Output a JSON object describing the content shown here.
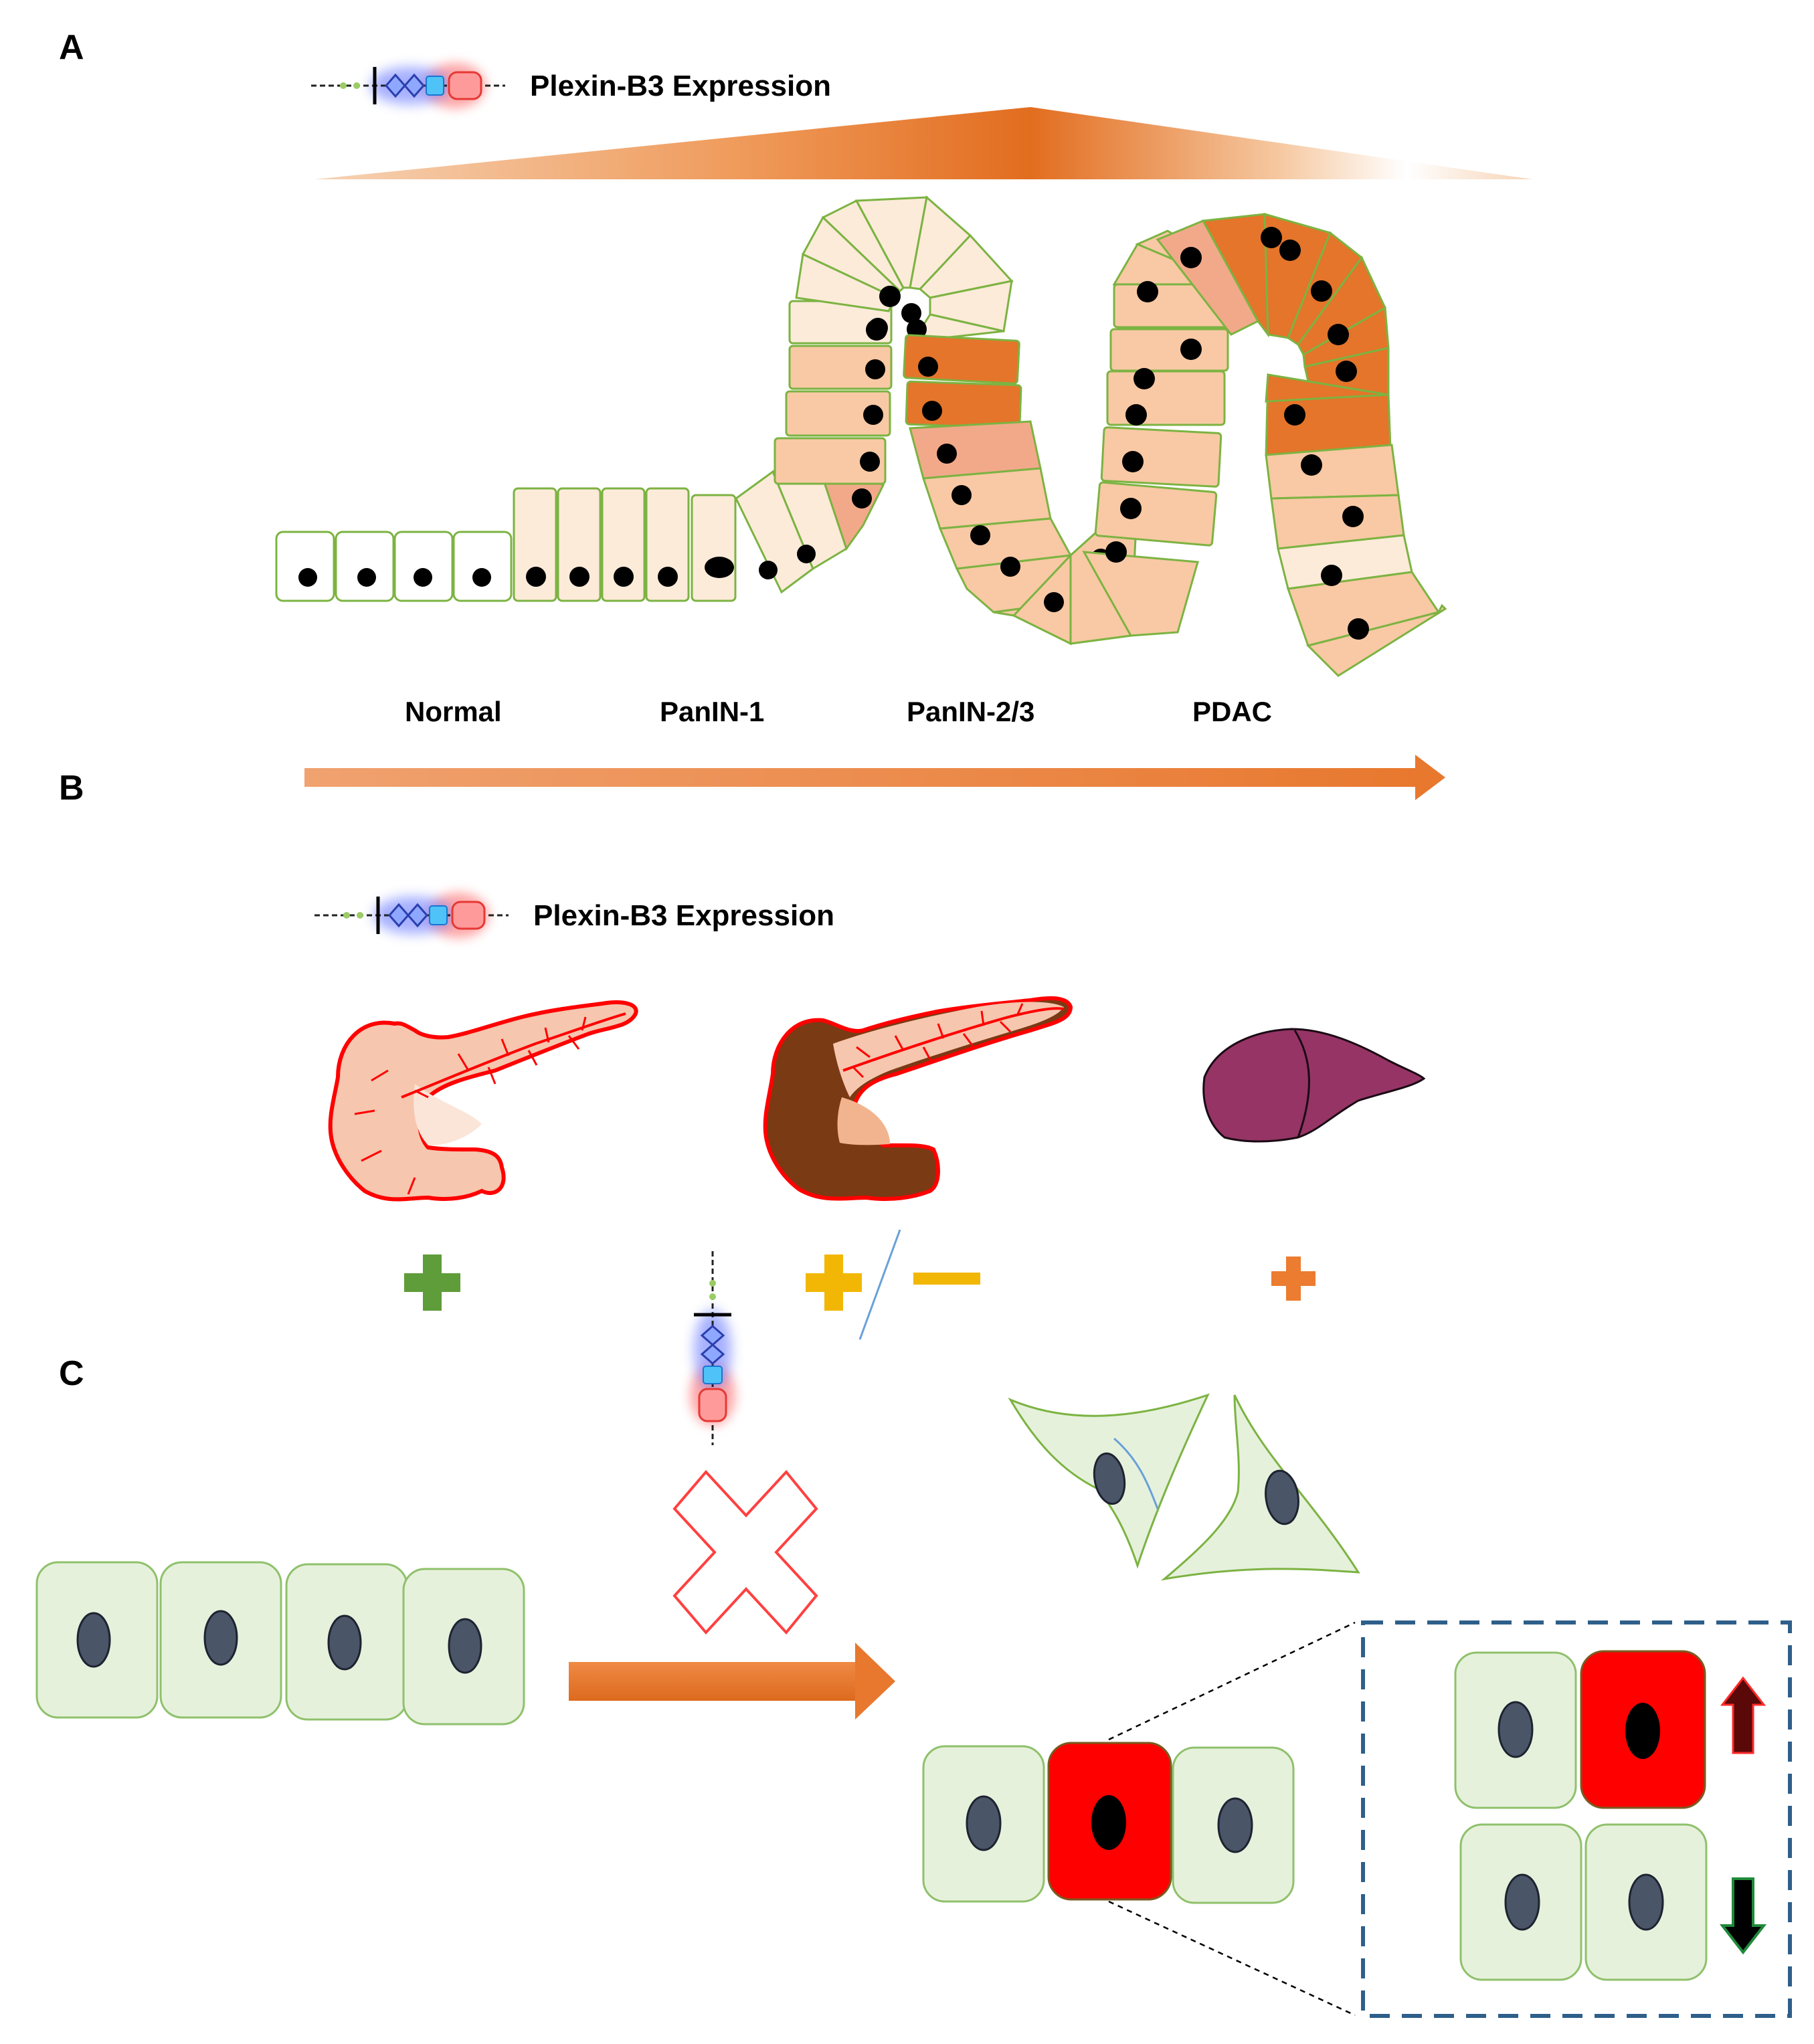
{
  "panels": {
    "a": {
      "label": "A",
      "title": "Plexin-B3 Expression",
      "stages": [
        "Normal",
        "PanIN-1",
        "PanIN-2/3",
        "PDAC"
      ]
    },
    "b": {
      "label": "B",
      "title": "Plexin-B3 Expression",
      "organs": [
        {
          "icon": "healthy-pancreas-icon",
          "sign": "+",
          "sign_color": "#5f9c3a"
        },
        {
          "icon": "tumor-pancreas-icon",
          "sign": "+/-",
          "sign_color": "#f2b705"
        },
        {
          "icon": "liver-icon",
          "sign": "+",
          "sign_color": "#ec7c30"
        }
      ]
    },
    "c": {
      "label": "C"
    }
  },
  "colors": {
    "arrow_orange": "#e8782e",
    "cell_green": "#e6f1dc",
    "cell_red": "#ff0000",
    "liver_purple": "#963466",
    "plus_green": "#5f9c3a",
    "plus_yellow": "#f2b705",
    "plus_orange": "#ec7c30",
    "dashed_box": "#2e5f8a"
  }
}
